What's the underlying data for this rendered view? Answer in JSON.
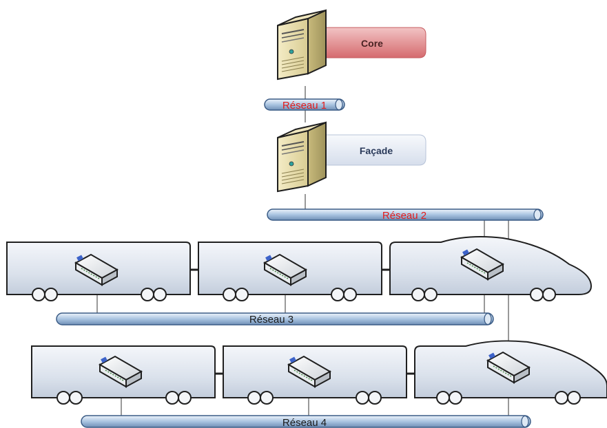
{
  "servers": [
    {
      "id": "core",
      "label": "Core",
      "icon": "server-icon"
    },
    {
      "id": "facade",
      "label": "Façade",
      "icon": "server-icon"
    }
  ],
  "networks": {
    "n1": "Réseau 1",
    "n2": "Réseau 2",
    "n3": "Réseau 3",
    "n4": "Réseau 4"
  },
  "trains": [
    {
      "id": "train-1",
      "cars": 3,
      "network": "Réseau 3",
      "icon": "network-device-icon"
    },
    {
      "id": "train-2",
      "cars": 3,
      "network": "Réseau 4",
      "icon": "network-device-icon"
    }
  ],
  "colors": {
    "core_box": "#d9777a",
    "facade_box": "#dfe6f3",
    "network_pipe": "#a9c4e2",
    "network_label": "#e31b1b",
    "car_body": "#dde4ee",
    "label_dark": "#3a2a2a"
  }
}
